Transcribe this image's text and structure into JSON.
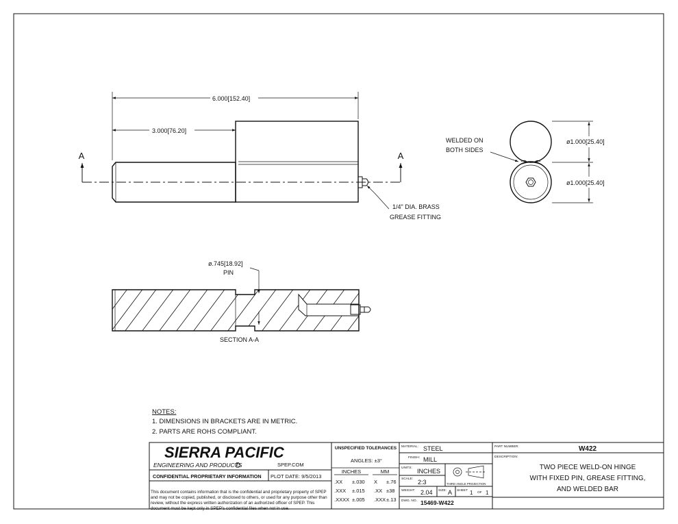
{
  "dimensions": {
    "overall_length": "6.000",
    "overall_length_mm": "152.40",
    "pin_length": "3.000",
    "pin_length_mm": "76.20",
    "top_dia": "1.000",
    "top_dia_mm": "25.40",
    "bottom_dia": "1.000",
    "bottom_dia_mm": "25.40",
    "pin_dia": ".745",
    "pin_dia_mm": "18.92",
    "pin_label": "PIN",
    "dia_symbol": "ø"
  },
  "labels": {
    "section_marker": "A",
    "welded_line1": "WELDED ON",
    "welded_line2": "BOTH SIDES",
    "grease_line1": "1/4\" DIA. BRASS",
    "grease_line2": "GREASE FITTING",
    "section_title": "SECTION A-A"
  },
  "notes": {
    "heading": "NOTES:",
    "items": [
      "1.  DIMENSIONS IN BRACKETS ARE IN METRIC.",
      "2.  PARTS ARE ROHS COMPLIANT."
    ]
  },
  "title_block": {
    "company": "SIERRA PACIFIC",
    "company_sub": "ENGINEERING AND PRODUCTS",
    "website": "SPEP.COM",
    "confidential_heading": "CONFIDENTIAL PROPRIETARY INFORMATION",
    "plot_date_label": "PLOT DATE:",
    "plot_date": "9/5/2013",
    "confidential_text": "This document contains information that is the confidential and proprietary property of SPEP and may not be copied, published, or disclosed to others, or used for any purpose other than review, without the express written authorization of an authorized officer of SPEP. This document must be kept only in SPEP's confidential files when not in use.",
    "tolerances_heading": "UNSPECIFIED TOLERANCES",
    "angles": "ANGLES: ±3°",
    "inches_heading": "INCHES",
    "mm_heading": "MM",
    "tol_rows": [
      {
        "in_fmt": ".XX",
        "in_val": "±.030",
        "mm_fmt": "X",
        "mm_val": "±.76"
      },
      {
        "in_fmt": ".XXX",
        "in_val": "±.015",
        "mm_fmt": ".XX",
        "mm_val": "±38"
      },
      {
        "in_fmt": ".XXXX",
        "in_val": "±.005",
        "mm_fmt": ".XXX",
        "mm_val": "±.13"
      }
    ],
    "material_label": "MATERIAL:",
    "material": "STEEL",
    "finish_label": "FINISH:",
    "finish": "MILL",
    "units_label": "UNITS:",
    "units": "INCHES",
    "scale_label": "SCALE:",
    "scale": "2:3",
    "projection": "THIRD ANGLE PROJECTION",
    "weight_label": "WEIGHT:",
    "weight": "2.04",
    "size_label": "SIZE:",
    "size": "A",
    "sheet_label": "SHEET",
    "sheet": "1",
    "of_label": "OF",
    "sheet_total": "1",
    "dwg_label": "DWG. NO.",
    "dwg_no": "15469-W422",
    "part_label": "PART NUMBER:",
    "part_number": "W422",
    "desc_label": "DESCRIPTION:",
    "desc_line1": "TWO PIECE WELD-ON HINGE",
    "desc_line2": "WITH FIXED PIN, GREASE FITTING,",
    "desc_line3": "AND WELDED BAR"
  }
}
